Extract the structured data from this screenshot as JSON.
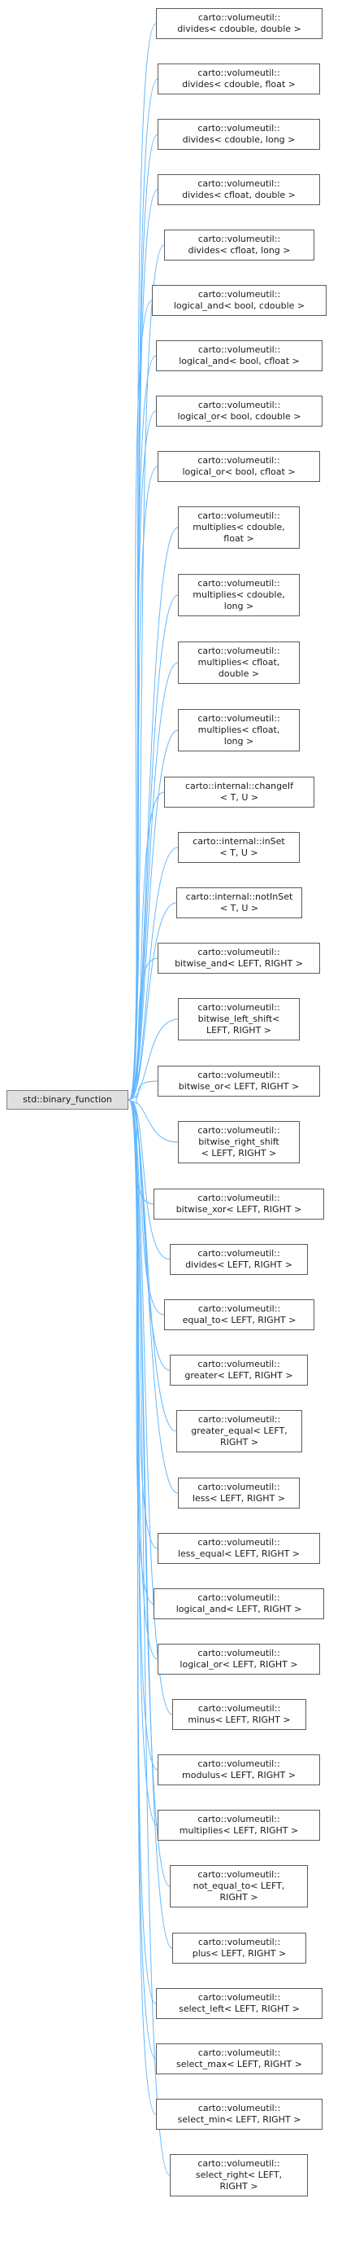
{
  "base_class": {
    "label": "std::binary_function"
  },
  "derived_classes": [
    {
      "lines": [
        "carto::volumeutil::",
        "divides< cdouble, double >"
      ]
    },
    {
      "lines": [
        "carto::volumeutil::",
        "divides< cdouble, float >"
      ]
    },
    {
      "lines": [
        "carto::volumeutil::",
        "divides< cdouble, long >"
      ]
    },
    {
      "lines": [
        "carto::volumeutil::",
        "divides< cfloat, double >"
      ]
    },
    {
      "lines": [
        "carto::volumeutil::",
        "divides< cfloat, long >"
      ]
    },
    {
      "lines": [
        "carto::volumeutil::",
        "logical_and< bool, cdouble >"
      ]
    },
    {
      "lines": [
        "carto::volumeutil::",
        "logical_and< bool, cfloat >"
      ]
    },
    {
      "lines": [
        "carto::volumeutil::",
        "logical_or< bool, cdouble >"
      ]
    },
    {
      "lines": [
        "carto::volumeutil::",
        "logical_or< bool, cfloat >"
      ]
    },
    {
      "lines": [
        "carto::volumeutil::",
        "multiplies< cdouble,",
        "float >"
      ]
    },
    {
      "lines": [
        "carto::volumeutil::",
        "multiplies< cdouble,",
        "long >"
      ]
    },
    {
      "lines": [
        "carto::volumeutil::",
        "multiplies< cfloat,",
        "double >"
      ]
    },
    {
      "lines": [
        "carto::volumeutil::",
        "multiplies< cfloat,",
        "long >"
      ]
    },
    {
      "lines": [
        "carto::internal::changeIf",
        "< T, U >"
      ]
    },
    {
      "lines": [
        "carto::internal::inSet",
        "< T, U >"
      ]
    },
    {
      "lines": [
        "carto::internal::notInSet",
        "< T, U >"
      ]
    },
    {
      "lines": [
        "carto::volumeutil::",
        "bitwise_and< LEFT, RIGHT >"
      ]
    },
    {
      "lines": [
        "carto::volumeutil::",
        "bitwise_left_shift<",
        "LEFT, RIGHT >"
      ]
    },
    {
      "lines": [
        "carto::volumeutil::",
        "bitwise_or< LEFT, RIGHT >"
      ]
    },
    {
      "lines": [
        "carto::volumeutil::",
        "bitwise_right_shift",
        "< LEFT, RIGHT >"
      ]
    },
    {
      "lines": [
        "carto::volumeutil::",
        "bitwise_xor< LEFT, RIGHT >"
      ]
    },
    {
      "lines": [
        "carto::volumeutil::",
        "divides< LEFT, RIGHT >"
      ]
    },
    {
      "lines": [
        "carto::volumeutil::",
        "equal_to< LEFT, RIGHT >"
      ]
    },
    {
      "lines": [
        "carto::volumeutil::",
        "greater< LEFT, RIGHT >"
      ]
    },
    {
      "lines": [
        "carto::volumeutil::",
        "greater_equal< LEFT,",
        "RIGHT >"
      ]
    },
    {
      "lines": [
        "carto::volumeutil::",
        "less< LEFT, RIGHT >"
      ]
    },
    {
      "lines": [
        "carto::volumeutil::",
        "less_equal< LEFT, RIGHT >"
      ]
    },
    {
      "lines": [
        "carto::volumeutil::",
        "logical_and< LEFT, RIGHT >"
      ]
    },
    {
      "lines": [
        "carto::volumeutil::",
        "logical_or< LEFT, RIGHT >"
      ]
    },
    {
      "lines": [
        "carto::volumeutil::",
        "minus< LEFT, RIGHT >"
      ]
    },
    {
      "lines": [
        "carto::volumeutil::",
        "modulus< LEFT, RIGHT >"
      ]
    },
    {
      "lines": [
        "carto::volumeutil::",
        "multiplies< LEFT, RIGHT >"
      ]
    },
    {
      "lines": [
        "carto::volumeutil::",
        "not_equal_to< LEFT,",
        "RIGHT >"
      ]
    },
    {
      "lines": [
        "carto::volumeutil::",
        "plus< LEFT, RIGHT >"
      ]
    },
    {
      "lines": [
        "carto::volumeutil::",
        "select_left< LEFT, RIGHT >"
      ]
    },
    {
      "lines": [
        "carto::volumeutil::",
        "select_max< LEFT, RIGHT >"
      ]
    },
    {
      "lines": [
        "carto::volumeutil::",
        "select_min< LEFT, RIGHT >"
      ]
    },
    {
      "lines": [
        "carto::volumeutil::",
        "select_right< LEFT,",
        "RIGHT >"
      ]
    }
  ],
  "colors": {
    "edge": "#63b8ff",
    "border": "#5b5b5b",
    "root_fill": "#e0e0e0"
  }
}
